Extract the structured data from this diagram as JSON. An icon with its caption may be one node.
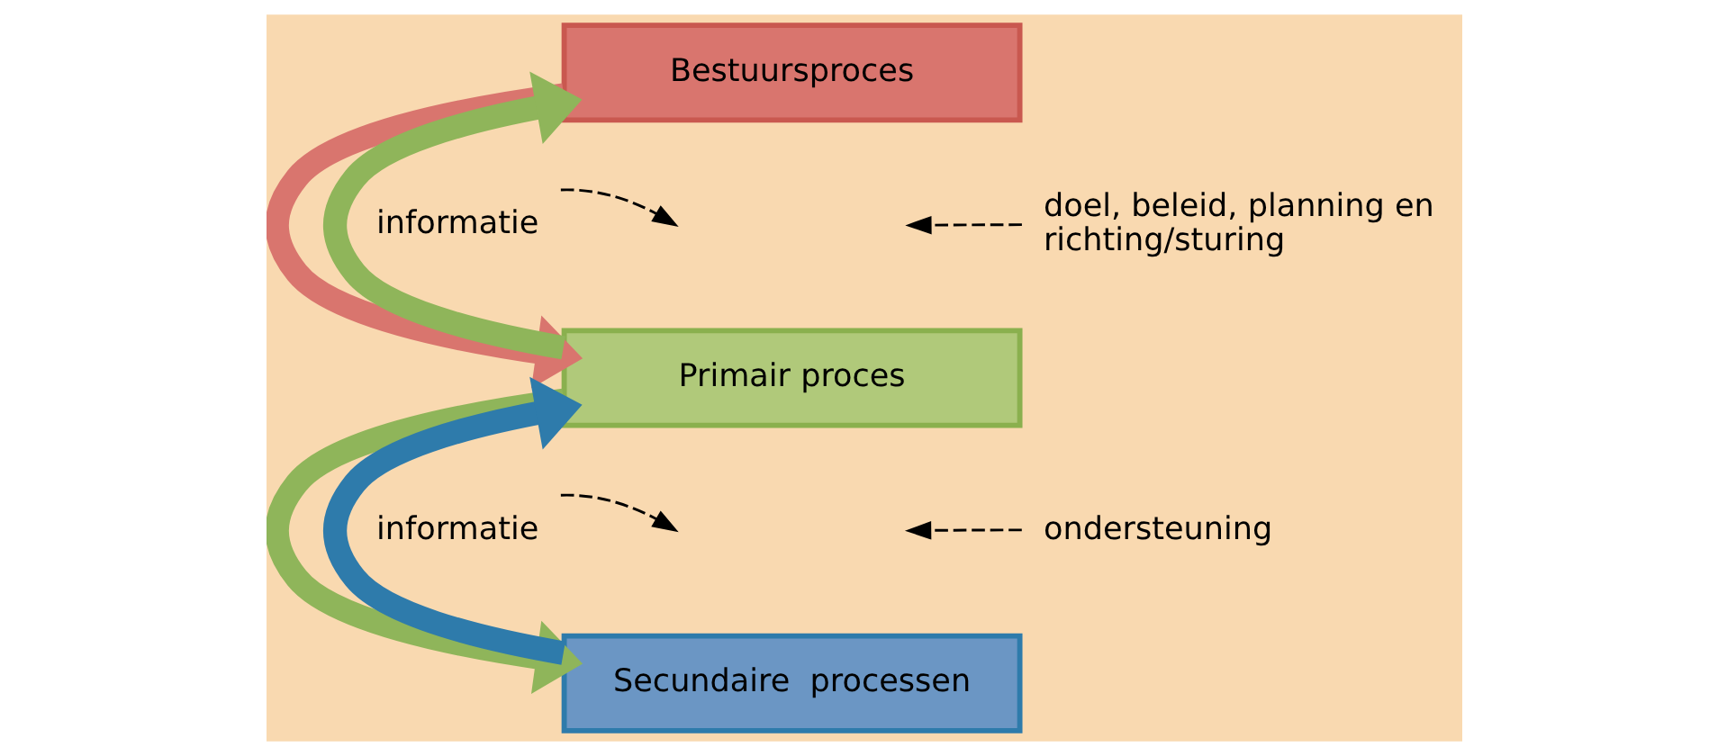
{
  "diagram": {
    "nodes": [
      {
        "text": [
          "Bestuursproces"
        ]
      },
      {
        "text": [
          "Primair proces"
        ]
      },
      {
        "text": [
          "Secundaire  processen"
        ]
      },
      {
        "text": [
          "informatie"
        ]
      },
      {
        "text": [
          "doel, beleid, planning en richting/sturing"
        ]
      },
      {
        "text": [
          "informatie"
        ]
      },
      {
        "text": [
          "ondersteuning"
        ]
      }
    ],
    "edges": [
      {
        "from": 1,
        "to": 0,
        "arrow": "to",
        "style": "thick",
        "color": "#8fb55a"
      },
      {
        "from": 0,
        "to": 1,
        "arrow": "to",
        "style": "thick",
        "color": "#d9756e"
      },
      {
        "from": 1,
        "to": 2,
        "arrow": "to",
        "style": "thick",
        "color": "#8fb55a"
      },
      {
        "from": 2,
        "to": 1,
        "arrow": "to",
        "style": "thick",
        "color": "#2e7bab"
      },
      {
        "from": 3,
        "to": null,
        "arrow": "to",
        "style": "dashed",
        "color": "#000000"
      },
      {
        "from": 4,
        "to": null,
        "arrow": "to",
        "style": "dashed",
        "color": "#000000"
      },
      {
        "from": 5,
        "to": null,
        "arrow": "to",
        "style": "dashed",
        "color": "#000000"
      },
      {
        "from": 6,
        "to": null,
        "arrow": "to",
        "style": "dashed",
        "color": "#000000"
      }
    ]
  }
}
